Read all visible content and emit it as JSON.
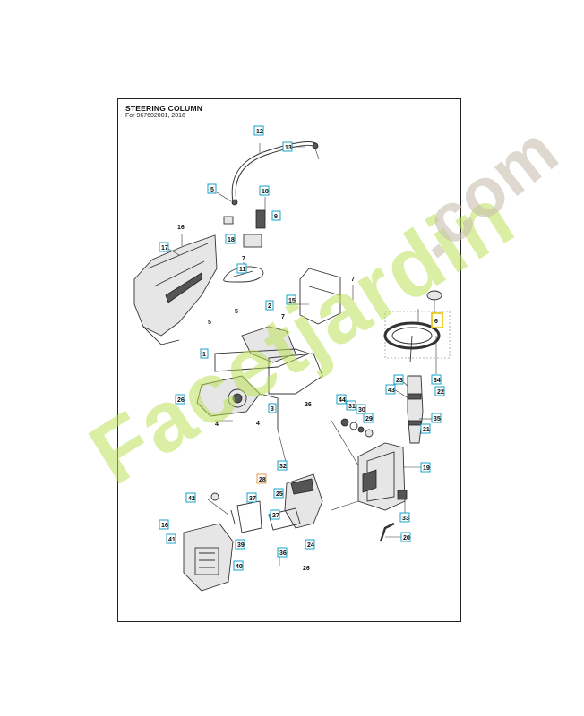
{
  "diagram": {
    "title": "STEERING COLUMN",
    "subtitle": "For 967602001, 2016"
  },
  "callouts": [
    {
      "label": "12",
      "boxed": true
    },
    {
      "label": "13",
      "boxed": true
    },
    {
      "label": "5",
      "boxed": true
    },
    {
      "label": "10",
      "boxed": true
    },
    {
      "label": "9",
      "boxed": true
    },
    {
      "label": "18",
      "boxed": true
    },
    {
      "label": "16",
      "boxed": false
    },
    {
      "label": "17",
      "boxed": true
    },
    {
      "label": "7",
      "boxed": false
    },
    {
      "label": "11",
      "boxed": true
    },
    {
      "label": "7",
      "boxed": false
    },
    {
      "label": "15",
      "boxed": true
    },
    {
      "label": "2",
      "boxed": true
    },
    {
      "label": "7",
      "boxed": false
    },
    {
      "label": "5",
      "boxed": false
    },
    {
      "label": "5",
      "boxed": false
    },
    {
      "label": "1",
      "boxed": true
    },
    {
      "label": "26",
      "boxed": true
    },
    {
      "label": "4",
      "boxed": false
    },
    {
      "label": "3",
      "boxed": true
    },
    {
      "label": "26",
      "boxed": false
    },
    {
      "label": "4",
      "boxed": false
    },
    {
      "label": "44",
      "boxed": true
    },
    {
      "label": "31",
      "boxed": true
    },
    {
      "label": "30",
      "boxed": true
    },
    {
      "label": "29",
      "boxed": true
    },
    {
      "label": "6",
      "boxed": true
    },
    {
      "label": "34",
      "boxed": true
    },
    {
      "label": "22",
      "boxed": true
    },
    {
      "label": "23",
      "boxed": true
    },
    {
      "label": "43",
      "boxed": true
    },
    {
      "label": "35",
      "boxed": true
    },
    {
      "label": "21",
      "boxed": true
    },
    {
      "label": "19",
      "boxed": true
    },
    {
      "label": "32",
      "boxed": true
    },
    {
      "label": "28",
      "boxed": true
    },
    {
      "label": "25",
      "boxed": true
    },
    {
      "label": "42",
      "boxed": true
    },
    {
      "label": "37",
      "boxed": true
    },
    {
      "label": "27",
      "boxed": true
    },
    {
      "label": "33",
      "boxed": true
    },
    {
      "label": "16",
      "boxed": true
    },
    {
      "label": "41",
      "boxed": true
    },
    {
      "label": "39",
      "boxed": true
    },
    {
      "label": "36",
      "boxed": true
    },
    {
      "label": "24",
      "boxed": true
    },
    {
      "label": "20",
      "boxed": true
    },
    {
      "label": "40",
      "boxed": true
    },
    {
      "label": "26",
      "boxed": false
    }
  ],
  "watermarks": {
    "main_text": "Facetjardin",
    "domain_text": ".com"
  }
}
